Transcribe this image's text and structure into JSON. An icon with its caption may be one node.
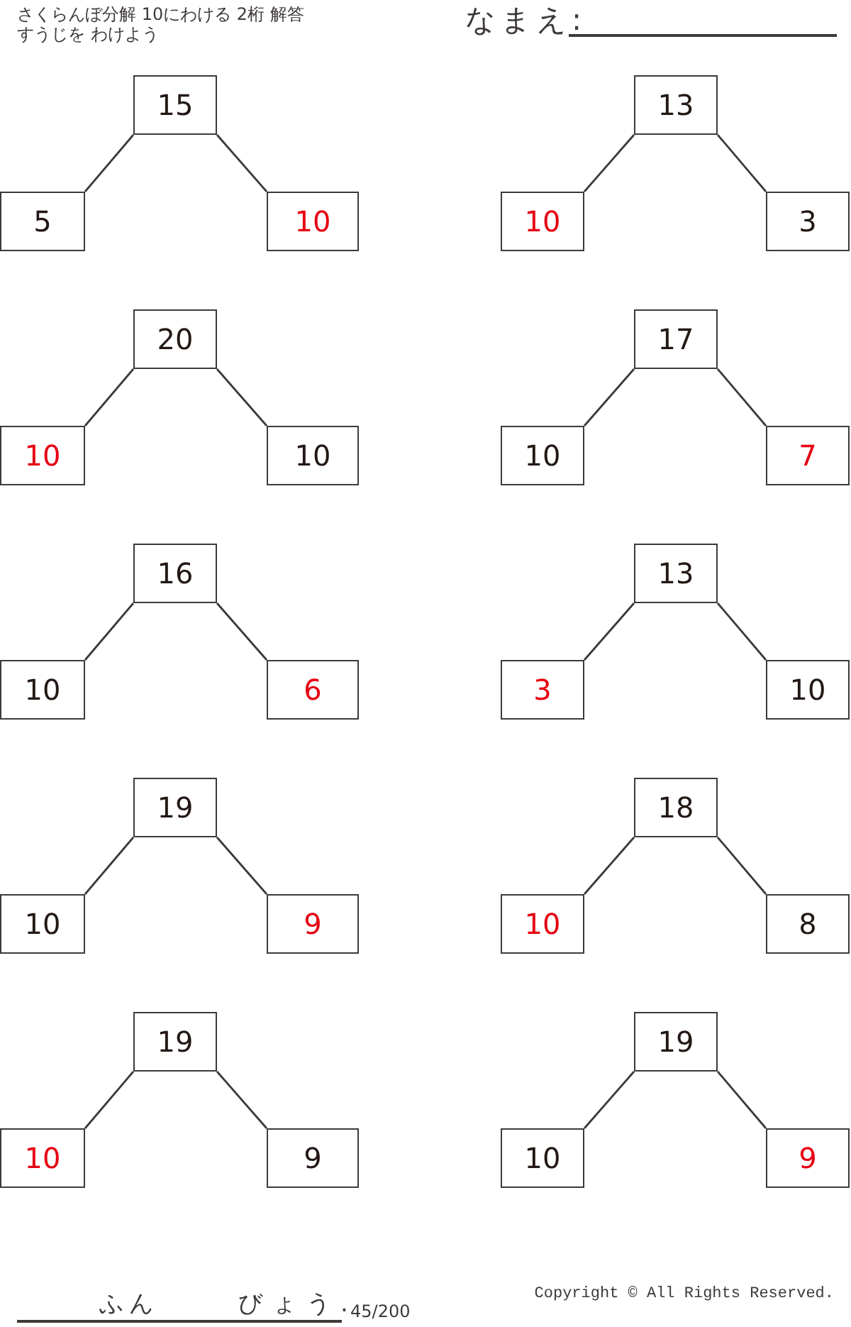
{
  "diagram": {
    "title": "さくらんぼ分解 10にわける 2桁 解答",
    "nodes": [
      {
        "text": [
          "15"
        ]
      },
      {
        "text": [
          "5"
        ]
      },
      {
        "text": [
          "10"
        ]
      },
      {
        "text": [
          "13"
        ]
      },
      {
        "text": [
          "10"
        ]
      },
      {
        "text": [
          "3"
        ]
      },
      {
        "text": [
          "20"
        ]
      },
      {
        "text": [
          "10"
        ]
      },
      {
        "text": [
          "10"
        ]
      },
      {
        "text": [
          "17"
        ]
      },
      {
        "text": [
          "10"
        ]
      },
      {
        "text": [
          "7"
        ]
      },
      {
        "text": [
          "16"
        ]
      },
      {
        "text": [
          "10"
        ]
      },
      {
        "text": [
          "6"
        ]
      },
      {
        "text": [
          "13"
        ]
      },
      {
        "text": [
          "3"
        ]
      },
      {
        "text": [
          "10"
        ]
      },
      {
        "text": [
          "19"
        ]
      },
      {
        "text": [
          "10"
        ]
      },
      {
        "text": [
          "9"
        ]
      },
      {
        "text": [
          "18"
        ]
      },
      {
        "text": [
          "10"
        ]
      },
      {
        "text": [
          "8"
        ]
      },
      {
        "text": [
          "19"
        ]
      },
      {
        "text": [
          "10"
        ]
      },
      {
        "text": [
          "9"
        ]
      },
      {
        "text": [
          "19"
        ]
      },
      {
        "text": [
          "10"
        ]
      },
      {
        "text": [
          "9"
        ]
      }
    ],
    "edges": [
      {
        "from": 0,
        "to": 1,
        "arrow": "none"
      },
      {
        "from": 0,
        "to": 2,
        "arrow": "none"
      },
      {
        "from": 3,
        "to": 4,
        "arrow": "none"
      },
      {
        "from": 3,
        "to": 5,
        "arrow": "none"
      },
      {
        "from": 6,
        "to": 7,
        "arrow": "none"
      },
      {
        "from": 6,
        "to": 8,
        "arrow": "none"
      },
      {
        "from": 9,
        "to": 10,
        "arrow": "none"
      },
      {
        "from": 9,
        "to": 11,
        "arrow": "none"
      },
      {
        "from": 12,
        "to": 13,
        "arrow": "none"
      },
      {
        "from": 12,
        "to": 14,
        "arrow": "none"
      },
      {
        "from": 15,
        "to": 16,
        "arrow": "none"
      },
      {
        "from": 15,
        "to": 17,
        "arrow": "none"
      },
      {
        "from": 18,
        "to": 19,
        "arrow": "none"
      },
      {
        "from": 18,
        "to": 20,
        "arrow": "none"
      },
      {
        "from": 21,
        "to": 22,
        "arrow": "none"
      },
      {
        "from": 21,
        "to": 23,
        "arrow": "none"
      },
      {
        "from": 24,
        "to": 25,
        "arrow": "none"
      },
      {
        "from": 24,
        "to": 26,
        "arrow": "none"
      },
      {
        "from": 27,
        "to": 28,
        "arrow": "none"
      },
      {
        "from": 27,
        "to": 29,
        "arrow": "none"
      }
    ],
    "labels": [
      "すうじを わけよう",
      "なまえ:",
      "ふん",
      "びょう.",
      "45/200",
      "Copyright © All Rights Reserved."
    ]
  }
}
